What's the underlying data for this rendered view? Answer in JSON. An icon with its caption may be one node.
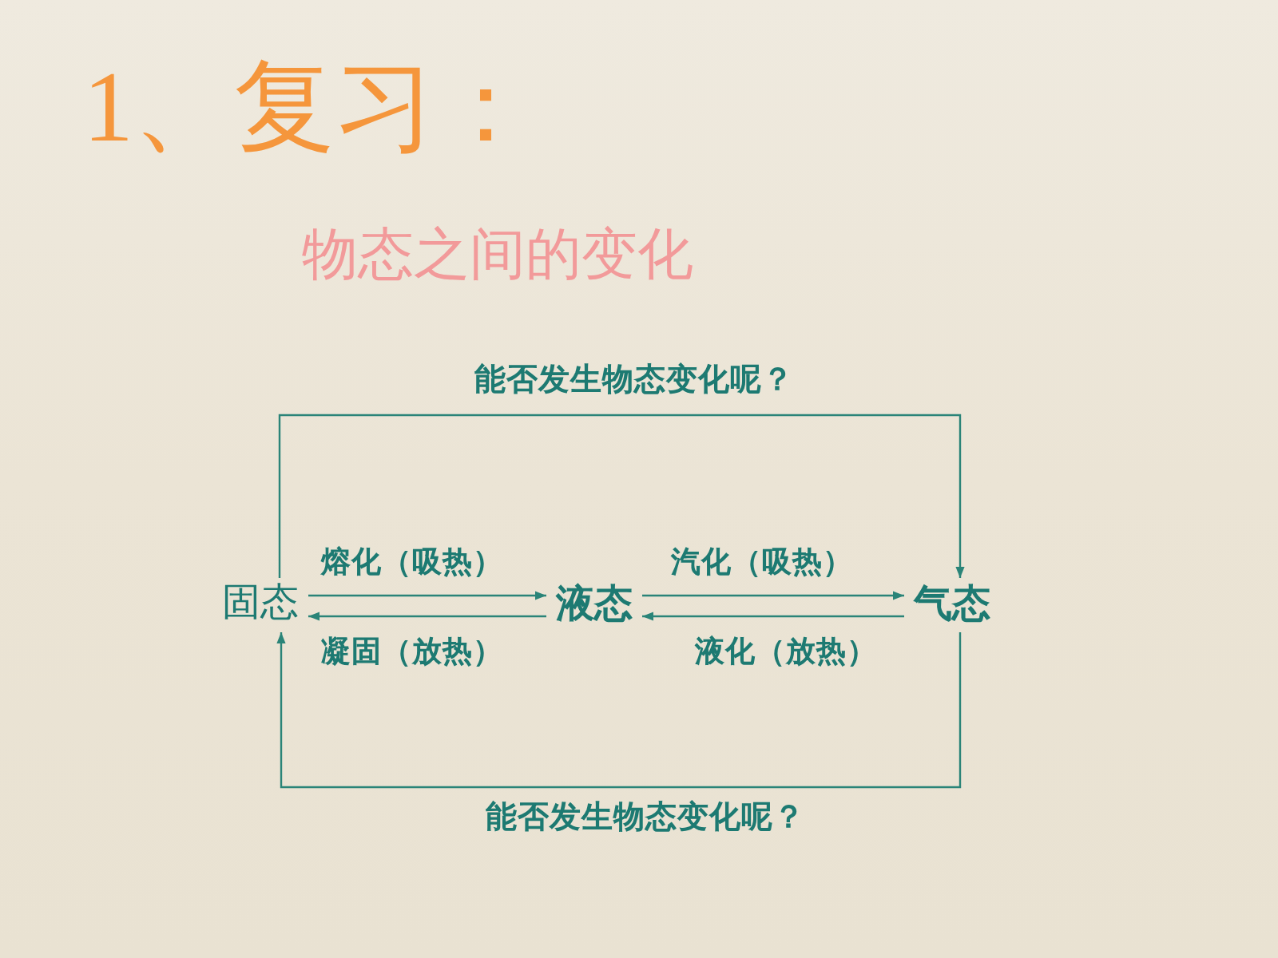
{
  "diagram": {
    "title": "1、复习：",
    "nodes": [
      {
        "text": [
          "固态"
        ]
      },
      {
        "text": [
          "液态"
        ]
      },
      {
        "text": [
          "气态"
        ]
      }
    ],
    "edges": [
      {
        "from": 0,
        "to": 1,
        "arrow": "to",
        "label": "熔化（吸热）"
      },
      {
        "from": 1,
        "to": 0,
        "arrow": "to",
        "label": "凝固（放热）"
      },
      {
        "from": 1,
        "to": 2,
        "arrow": "to",
        "label": "汽化（吸热）"
      },
      {
        "from": 2,
        "to": 1,
        "arrow": "to",
        "label": "液化（放热）"
      },
      {
        "from": 0,
        "to": 2,
        "arrow": "to",
        "label": "能否发生物态变化呢？"
      },
      {
        "from": 2,
        "to": 0,
        "arrow": "to",
        "label": "能否发生物态变化呢？"
      }
    ],
    "labels": [
      "物态之间的变化"
    ]
  }
}
